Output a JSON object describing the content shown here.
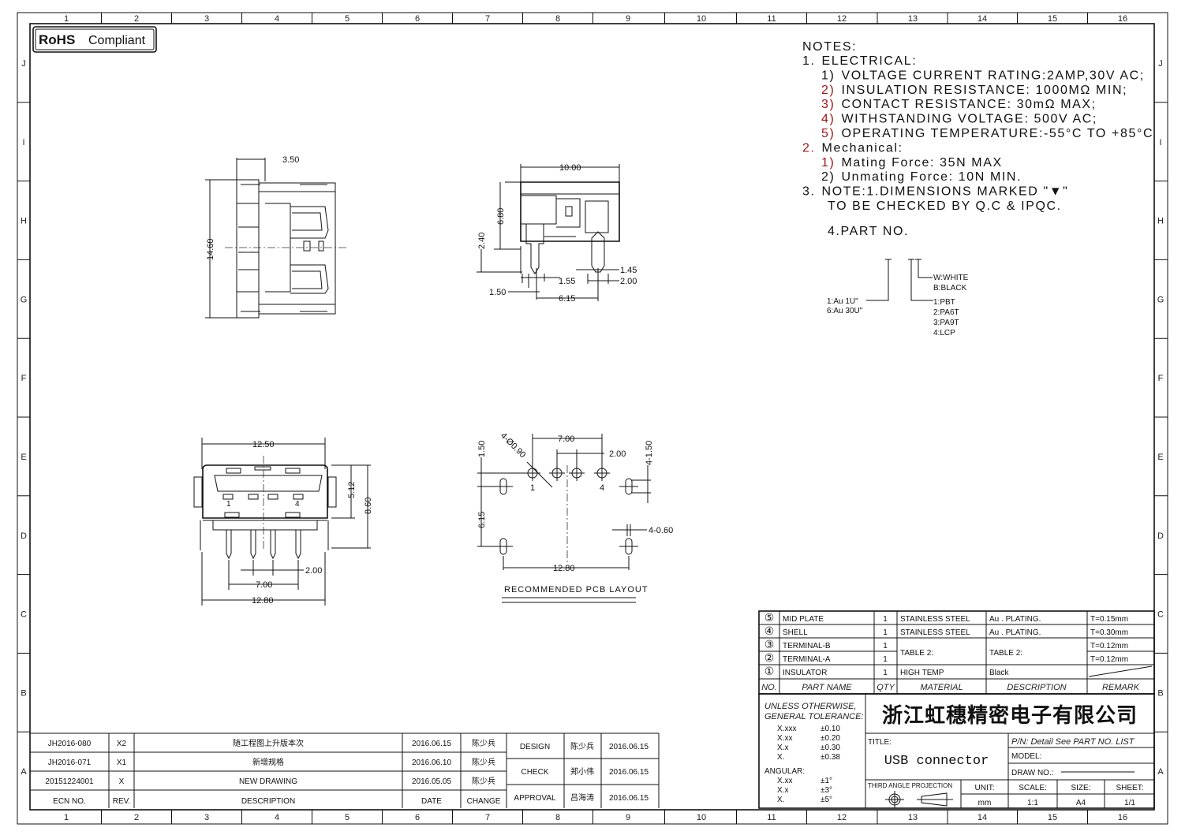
{
  "badge": "RoHS",
  "badge_suffix": "Compliant",
  "zones": {
    "columns": [
      "1",
      "2",
      "3",
      "4",
      "5",
      "6",
      "7",
      "8",
      "9",
      "10",
      "11",
      "12",
      "13",
      "14",
      "15",
      "16"
    ],
    "rows": [
      "J",
      "I",
      "H",
      "G",
      "F",
      "E",
      "D",
      "C",
      "B",
      "A"
    ]
  },
  "notes": {
    "heading": "NOTES:",
    "lines": [
      {
        "num": "1.",
        "text": "ELECTRICAL:"
      },
      {
        "num": "1)",
        "text": "VOLTAGE CURRENT RATING:2AMP,30V AC;"
      },
      {
        "num": "2)",
        "text": "INSULATION RESISTANCE: 1000MΩ MIN;"
      },
      {
        "num": "3)",
        "text": "CONTACT RESISTANCE: 30mΩ MAX;"
      },
      {
        "num": "4)",
        "text": "WITHSTANDING VOLTAGE: 500V AC;"
      },
      {
        "num": "5)",
        "text": "OPERATING TEMPERATURE:-55°C TO +85°C"
      },
      {
        "num": "2.",
        "text": "Mechanical:"
      },
      {
        "num": "1)",
        "text": "Mating Force: 35N MAX"
      },
      {
        "num": "2)",
        "text": "Unmating Force: 10N MIN."
      },
      {
        "num": "3.",
        "text": "NOTE:1.DIMENSIONS MARKED \"▼\""
      },
      {
        "num": "",
        "text": "TO BE CHECKED BY Q.C & IPQC."
      },
      {
        "num": "",
        "text": "4.PART NO."
      }
    ],
    "part_no": {
      "plating": [
        "1:Au 1U\"",
        "6:Au 30U\""
      ],
      "material": [
        "1:PBT",
        "2:PA6T",
        "3:PA9T",
        "4:LCP"
      ],
      "color": [
        "W:WHITE",
        "B:BLACK"
      ]
    }
  },
  "views": {
    "top": {
      "width": "3.50",
      "height": "14.60"
    },
    "side": {
      "length": "10.00",
      "height": "6.80",
      "pin_len": "2.40",
      "d1": "1.55",
      "d2": "1.50",
      "d3": "6.15",
      "d4": "1.45",
      "d5": "2.00"
    },
    "front": {
      "shell_width": "12.50",
      "opening": "5.12",
      "height": "8.60",
      "pitch": "2.00",
      "pin_span": "7.00",
      "peg_span": "12.80",
      "pin1": "1",
      "pin4": "4"
    },
    "pcb": {
      "title": "RECOMMENDED PCB LAYOUT",
      "hole": "4-Ø0.90",
      "span": "7.00",
      "pitch": "2.00",
      "row_offset": "1.50",
      "slot_len": "4-1.50",
      "peg_offset": "6.15",
      "slot_width": "4-0.60",
      "peg_span": "12.80",
      "pin1": "1",
      "pin4": "4"
    }
  },
  "bom": {
    "headers": [
      "NO.",
      "PART NAME",
      "QTY",
      "MATERIAL",
      "DESCRIPTION",
      "REMARK"
    ],
    "rows": [
      {
        "no": "⑤",
        "name": "MID PLATE",
        "qty": "1",
        "material": "STAINLESS STEEL",
        "desc": "Au . PLATING.",
        "remark": "T=0.15mm"
      },
      {
        "no": "④",
        "name": "SHELL",
        "qty": "1",
        "material": "STAINLESS STEEL",
        "desc": "Au . PLATING.",
        "remark": "T=0.30mm"
      },
      {
        "no": "③",
        "name": "TERMINAL-B",
        "qty": "1",
        "material": "TABLE 2:",
        "desc": "TABLE 2:",
        "remark": "T=0.12mm"
      },
      {
        "no": "②",
        "name": "TERMINAL-A",
        "qty": "1",
        "material": "",
        "desc": "",
        "remark": "T=0.12mm"
      },
      {
        "no": "①",
        "name": "INSULATOR",
        "qty": "1",
        "material": "HIGH TEMP",
        "desc": "Black",
        "remark": ""
      }
    ]
  },
  "title_block": {
    "tolerance_heading": [
      "UNLESS OTHERWISE,",
      "GENERAL TOLERANCE:"
    ],
    "tolerances": [
      [
        "X.xxx",
        "±0.10"
      ],
      [
        "X.xx",
        "±0.20"
      ],
      [
        "X.x",
        "±0.30"
      ],
      [
        "X.",
        "±0.38"
      ]
    ],
    "angular_label": "ANGULAR:",
    "angular": [
      [
        "X.xx",
        "±1°"
      ],
      [
        "X.x",
        "±3°"
      ],
      [
        "X.",
        "±5°"
      ]
    ],
    "company": "浙江虹穗精密电子有限公司",
    "title_label": "TITLE:",
    "title": "USB connector",
    "pn": "P/N: Detail See PART NO. LIST",
    "model": "MODEL:",
    "draw_no": "DRAW NO.:",
    "projection": "THIRD ANGLE PROJECTION",
    "unit_label": "UNIT:",
    "unit": "mm",
    "scale_label": "SCALE:",
    "scale": "1:1",
    "size_label": "SIZE:",
    "size": "A4",
    "sheet_label": "SHEET:",
    "sheet": "1/1"
  },
  "revisions": {
    "headers": [
      "ECN NO.",
      "REV.",
      "DESCRIPTION",
      "DATE",
      "CHANGE"
    ],
    "rows": [
      {
        "ecn": "JH2016-080",
        "rev": "X2",
        "desc": "随工程图上升版本次",
        "date": "2016.06.15",
        "by": "陈少兵"
      },
      {
        "ecn": "JH2016-071",
        "rev": "X1",
        "desc": "新增规格",
        "date": "2016.06.10",
        "by": "陈少兵"
      },
      {
        "ecn": "20151224001",
        "rev": "X",
        "desc": "NEW DRAWING",
        "date": "2016.05.05",
        "by": "陈少兵"
      }
    ],
    "signoff": [
      {
        "role": "DESIGN",
        "name": "陈少兵",
        "date": "2016.06.15"
      },
      {
        "role": "CHECK",
        "name": "郑小伟",
        "date": "2016.06.15"
      },
      {
        "role": "APPROVAL",
        "name": "吕海涛",
        "date": "2016.06.15"
      }
    ]
  }
}
